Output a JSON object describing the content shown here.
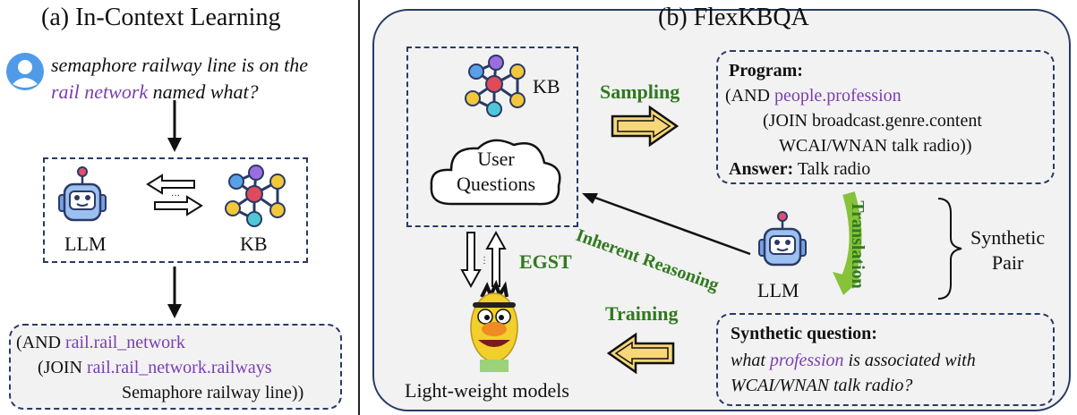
{
  "left": {
    "title": "(a) In-Context Learning",
    "question_part1": "semaphore railway line is on the",
    "question_highlight": "rail network",
    "question_part2": " named what?",
    "llm_label": "LLM",
    "kb_label": "KB",
    "program_line1_prefix": "(AND ",
    "program_line1_rel": "rail.rail_network",
    "program_line2_prefix": "(JOIN ",
    "program_line2_rel": "rail.rail_network.railways",
    "program_line3": "Semaphore railway line))"
  },
  "right": {
    "title": "(b) FlexKBQA",
    "kb_label": "KB",
    "user_questions_line1": "User",
    "user_questions_line2": "Questions",
    "sampling_label": "Sampling",
    "program_header": "Program:",
    "program_line1_prefix": "(AND ",
    "program_line1_rel": "people.profession",
    "program_line2": "(JOIN broadcast.genre.content",
    "program_line3": "WCAI/WNAN talk radio))",
    "answer_header": "Answer:",
    "answer_value": " Talk radio",
    "translation_label": "Translation",
    "synthetic_pair_line1": "Synthetic",
    "synthetic_pair_line2": "Pair",
    "inherent_label": "Inherent Reasoning",
    "llm_label": "LLM",
    "egst_label": "EGST",
    "training_label": "Training",
    "synth_q_header": "Synthetic question:",
    "synth_q_part1": "what ",
    "synth_q_highlight": "profession",
    "synth_q_part2": " is associated with",
    "synth_q_line2": "WCAI/WNAN talk radio?",
    "lightweight_label": "Light-weight models"
  },
  "colors": {
    "purple": "#7a3fb0",
    "green": "#2f7a1e",
    "dashed_border": "#2a3a66",
    "arrow_fill": "#f7d77a",
    "panel_bg": "#f2f2f2"
  }
}
